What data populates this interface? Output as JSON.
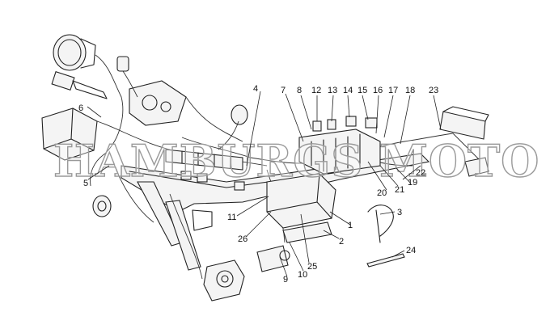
{
  "watermark": {
    "text": "HAMBURGS MOTO GUZZI ©"
  },
  "callouts": [
    {
      "number": "1"
    },
    {
      "number": "2"
    },
    {
      "number": "3"
    },
    {
      "number": "4"
    },
    {
      "number": "5"
    },
    {
      "number": "6"
    },
    {
      "number": "7"
    },
    {
      "number": "8"
    },
    {
      "number": "9"
    },
    {
      "number": "10"
    },
    {
      "number": "11"
    },
    {
      "number": "12"
    },
    {
      "number": "13"
    },
    {
      "number": "14"
    },
    {
      "number": "15"
    },
    {
      "number": "16"
    },
    {
      "number": "17"
    },
    {
      "number": "18"
    },
    {
      "number": "19"
    },
    {
      "number": "20"
    },
    {
      "number": "21"
    },
    {
      "number": "22"
    },
    {
      "number": "23"
    },
    {
      "number": "24"
    },
    {
      "number": "25"
    },
    {
      "number": "26"
    }
  ]
}
